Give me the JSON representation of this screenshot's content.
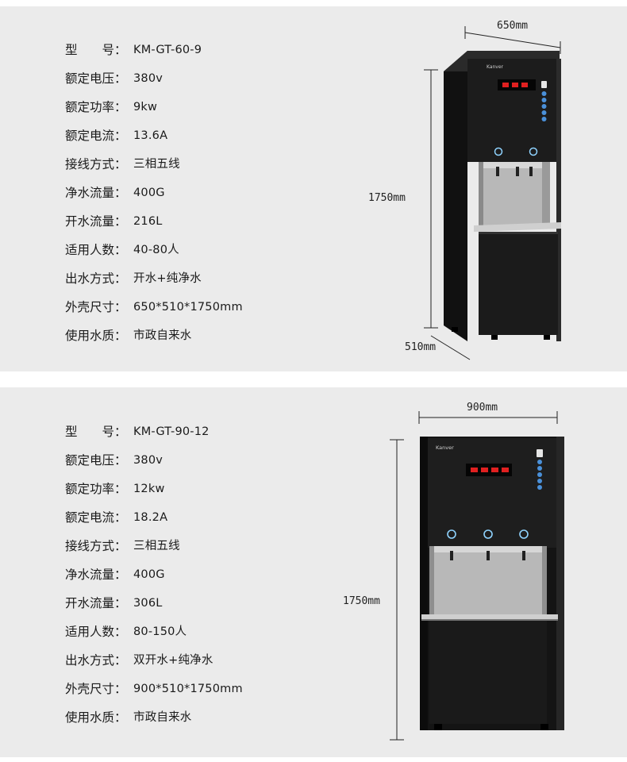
{
  "products": [
    {
      "specs": [
        {
          "label": "型　　号：",
          "value": "KM-GT-60-9"
        },
        {
          "label": "额定电压：",
          "value": "380v"
        },
        {
          "label": "额定功率：",
          "value": "9kw"
        },
        {
          "label": "额定电流：",
          "value": "13.6A"
        },
        {
          "label": "接线方式：",
          "value": "三相五线"
        },
        {
          "label": "净水流量：",
          "value": "400G"
        },
        {
          "label": "开水流量：",
          "value": "216L"
        },
        {
          "label": "适用人数：",
          "value": "40-80人"
        },
        {
          "label": "出水方式：",
          "value": "开水+纯净水"
        },
        {
          "label": "外壳尺寸：",
          "value": "650*510*1750mm"
        },
        {
          "label": "使用水质：",
          "value": "市政自来水"
        }
      ],
      "dimensions": {
        "width": "650mm",
        "height": "1750mm",
        "depth": "510mm"
      },
      "brand": "Kanver",
      "faucet_count": 2
    },
    {
      "specs": [
        {
          "label": "型　　号：",
          "value": "KM-GT-90-12"
        },
        {
          "label": "额定电压：",
          "value": "380v"
        },
        {
          "label": "额定功率：",
          "value": "12kw"
        },
        {
          "label": "额定电流：",
          "value": "18.2A"
        },
        {
          "label": "接线方式：",
          "value": "三相五线"
        },
        {
          "label": "净水流量：",
          "value": "400G"
        },
        {
          "label": "开水流量：",
          "value": "306L"
        },
        {
          "label": "适用人数：",
          "value": "80-150人"
        },
        {
          "label": "出水方式：",
          "value": "双开水+纯净水"
        },
        {
          "label": "外壳尺寸：",
          "value": "900*510*1750mm"
        },
        {
          "label": "使用水质：",
          "value": "市政自来水"
        }
      ],
      "dimensions": {
        "width": "900mm",
        "height": "1750mm"
      },
      "brand": "Kanver",
      "faucet_count": 3
    }
  ],
  "colors": {
    "panel_bg": "#ebebeb",
    "cabinet": "#1c1c1c",
    "steel": "#b8b8b8",
    "display_red": "#e02020",
    "button_blue": "#4a90d9"
  }
}
